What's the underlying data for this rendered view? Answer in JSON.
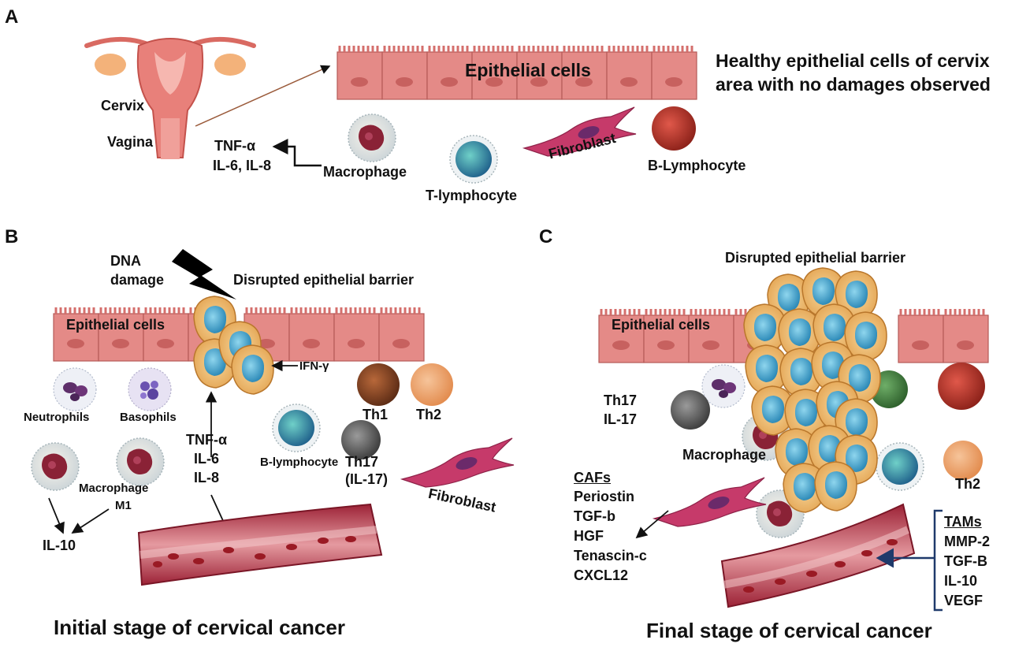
{
  "panels": {
    "a": "A",
    "b": "B",
    "c": "C"
  },
  "panel_a": {
    "cervix": "Cervix",
    "vagina": "Vagina",
    "epithelial": "Epithelial cells",
    "healthy_line1": "Healthy epithelial cells of cervix",
    "healthy_line2": "area with no damages observed",
    "tnf": "TNF-α",
    "il": "IL-6, IL-8",
    "macrophage": "Macrophage",
    "t_lymphocyte": "T-lymphocyte",
    "fibroblast": "Fibroblast",
    "b_lymphocyte": "B-Lymphocyte"
  },
  "panel_b": {
    "dna_line1": "DNA",
    "dna_line2": "damage",
    "disrupted": "Disrupted epithelial barrier",
    "epithelial": "Epithelial cells",
    "ifn": "IFN-γ",
    "neutrophils": "Neutrophils",
    "basophils": "Basophils",
    "th1": "Th1",
    "th2": "Th2",
    "b_lymphocyte": "B-lymphocyte",
    "cytokines": [
      "TNF-α",
      "IL-6",
      "IL-8"
    ],
    "macrophage_line1": "Macrophage",
    "macrophage_line2": "M1",
    "il10": "IL-10",
    "th17_line1": "Th17",
    "th17_line2": "(IL-17)",
    "fibroblast": "Fibroblast",
    "caption": "Initial stage of cervical cancer"
  },
  "panel_c": {
    "disrupted": "Disrupted epithelial barrier",
    "epithelial": "Epithelial cells",
    "th17_line1": "Th17",
    "th17_line2": "IL-17",
    "macrophage": "Macrophage",
    "th2": "Th2",
    "cafs_title": "CAFs",
    "cafs": [
      "Periostin",
      "TGF-b",
      "HGF",
      "Tenascin-c",
      "CXCL12"
    ],
    "tams_title": "TAMs",
    "tams": [
      "MMP-2",
      "TGF-B",
      "IL-10",
      "VEGF"
    ],
    "caption": "Final stage of cervical cancer"
  },
  "colors": {
    "epithelium": "#e48a87",
    "nucleus": "#c7615f",
    "tumor_outer": "#f0c27a",
    "tumor_nucleus": "#3aa0c8",
    "fibroblast": "#c63a6a",
    "vessel": "#b22a3c"
  }
}
